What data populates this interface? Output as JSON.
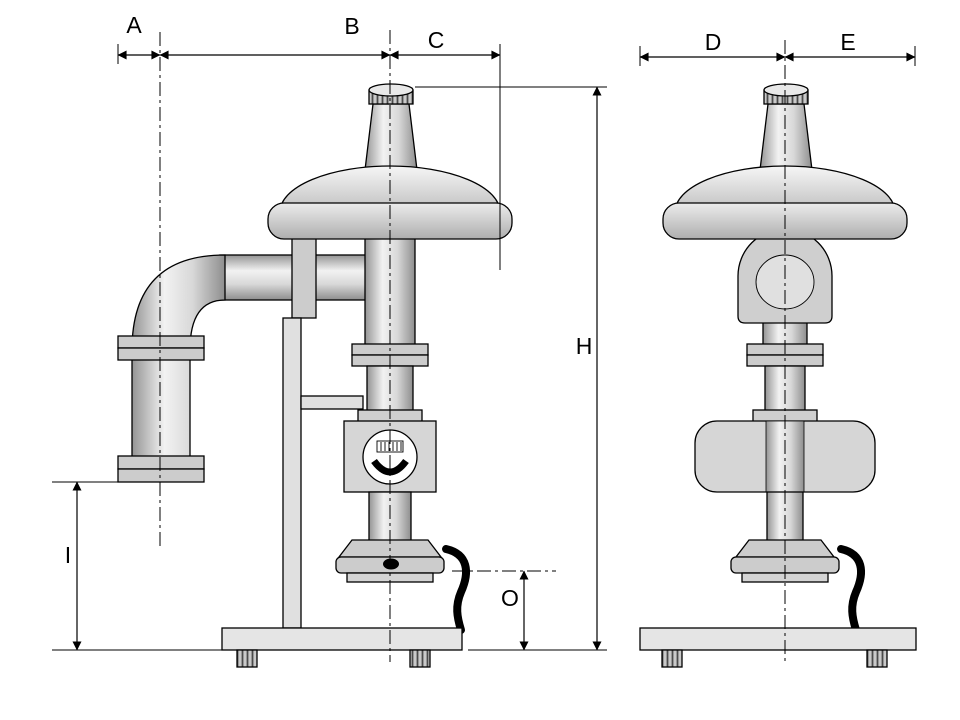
{
  "drawing": {
    "dimension_labels": {
      "A": "A",
      "B": "B",
      "C": "C",
      "D": "D",
      "E": "E",
      "H": "H",
      "I": "I",
      "O": "O"
    },
    "colors": {
      "background": "#ffffff",
      "line": "#000000",
      "metal_light": "#e0e0e0",
      "metal_mid": "#d6d6d6",
      "flange": "#cccccc",
      "base": "#e5e5e5",
      "gauge_face": "#ffffff",
      "handle": "#000000"
    }
  }
}
